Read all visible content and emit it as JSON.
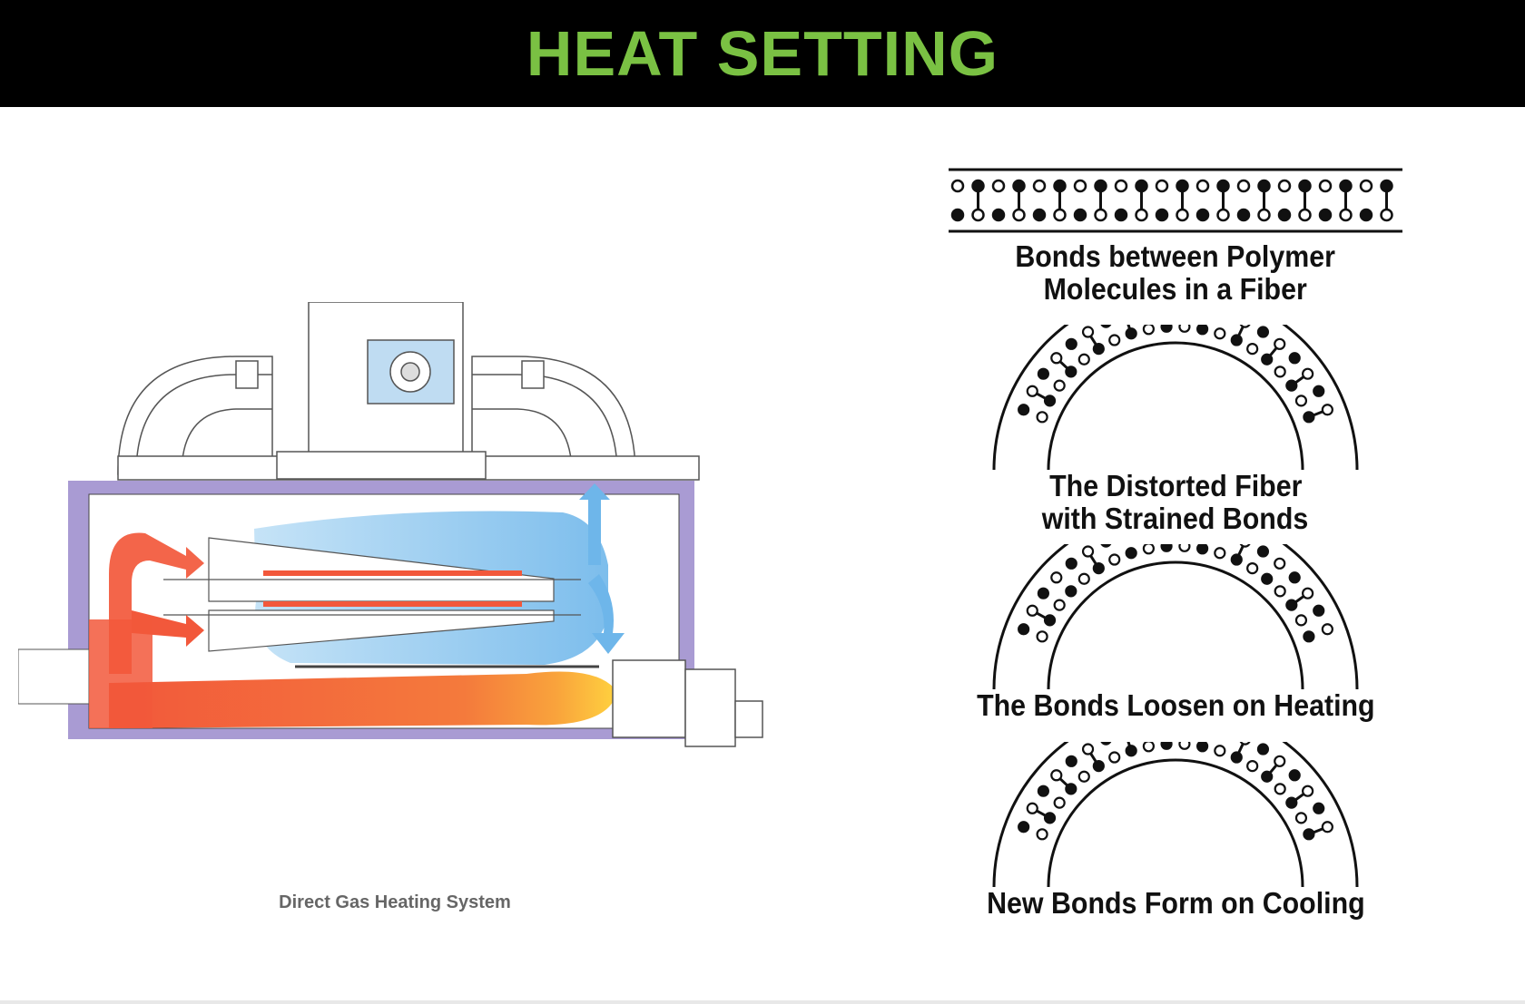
{
  "title": "HEAT SETTING",
  "colors": {
    "title_green": "#7ac143",
    "frame_purple": "#a99bd3",
    "hot_air": "#f2583b",
    "cool_air": "#6eb6ea",
    "flame_yellow": "#ffd23f"
  },
  "oven": {
    "caption": "Direct Gas Heating System"
  },
  "fiber_states": [
    {
      "label_line1": "Bonds between Polymer",
      "label_line2": "Molecules in a Fiber"
    },
    {
      "label_line1": "The Distorted Fiber",
      "label_line2": "with Strained Bonds"
    },
    {
      "label_line1": "The Bonds Loosen on Heating",
      "label_line2": ""
    },
    {
      "label_line1": "New Bonds Form on Cooling",
      "label_line2": ""
    }
  ]
}
